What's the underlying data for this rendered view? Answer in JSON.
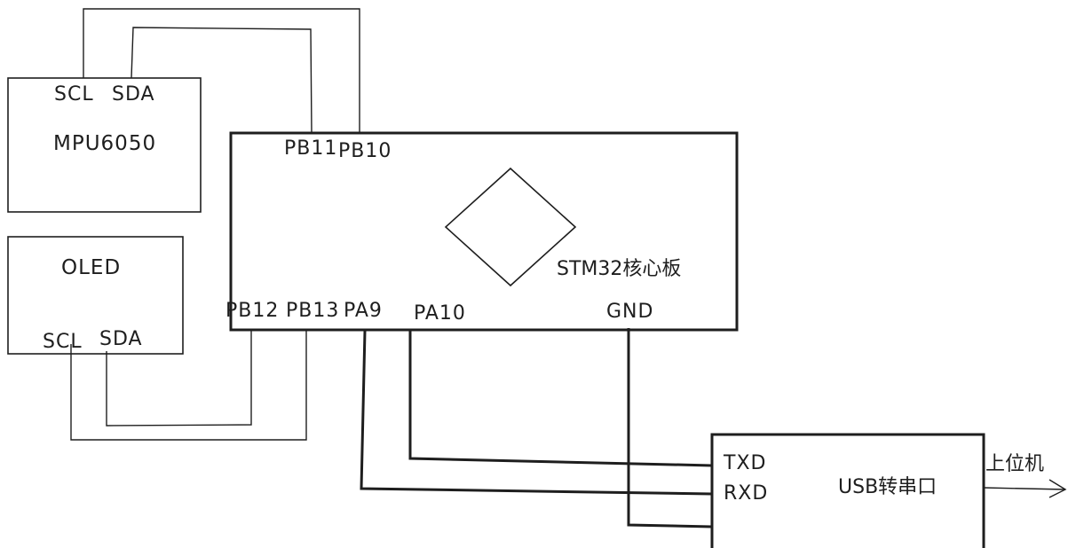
{
  "mpu6050": {
    "name": "MPU6050",
    "scl": "SCL",
    "sda": "SDA"
  },
  "oled": {
    "name": "OLED",
    "scl": "SCL",
    "sda": "SDA"
  },
  "stm32": {
    "name": "STM32核心板",
    "pins": {
      "pb11": "PB11",
      "pb10": "PB10",
      "pb12": "PB12",
      "pb13": "PB13",
      "pa9": "PA9",
      "pa10": "PA10",
      "gnd": "GND"
    }
  },
  "usb_serial": {
    "name": "USB转串口",
    "txd": "TXD",
    "rxd": "RXD"
  },
  "host": {
    "name": "上位机"
  },
  "colors": {
    "stroke": "#1e1e1e",
    "background": "#ffffff"
  }
}
